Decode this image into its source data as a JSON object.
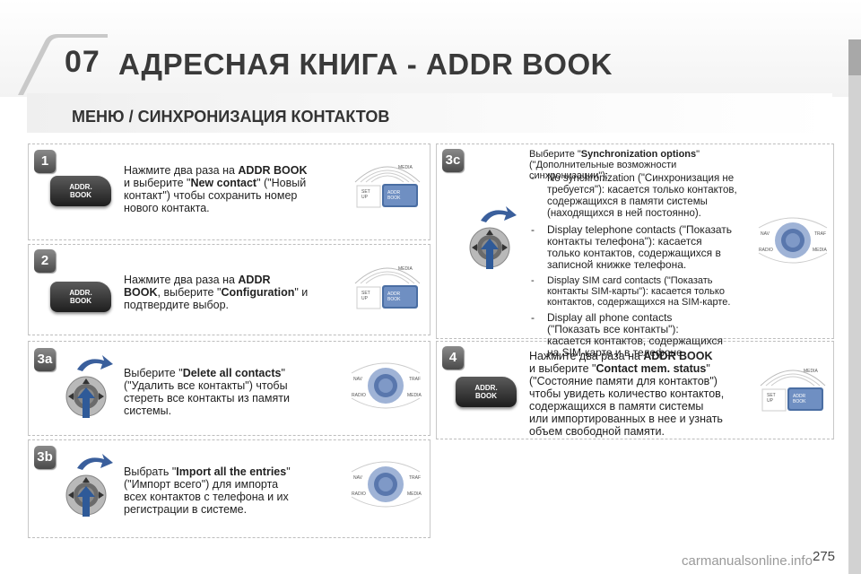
{
  "header": {
    "chapter": "07",
    "title": "АДРЕСНАЯ КНИГА - ADDR BOOK"
  },
  "section": {
    "title": "МЕНЮ / СИНХРОНИЗАЦИЯ КОНТАКТОВ"
  },
  "buttons": {
    "addr_book_line1": "ADDR.",
    "addr_book_line2": "BOOK"
  },
  "console": {
    "media": "MEDIA",
    "setup_line1": "SET",
    "setup_line2": "UP",
    "addr_line1": "ADDR",
    "addr_line2": "BOOK",
    "nav": "NAV",
    "traf": "TRAF",
    "radio": "RADIO"
  },
  "steps": {
    "s1": {
      "num": "1",
      "l1a": "Нажмите два раза на ",
      "l1b": "ADDR BOOK",
      "l2a": "и выберите \"",
      "l2b": "New contact",
      "l2c": "\" (\"Новый",
      "l3": "контакт\") чтобы сохранить номер",
      "l4": "нового контакта."
    },
    "s2": {
      "num": "2",
      "l1a": "Нажмите два раза на ",
      "l1b": "ADDR",
      "l2a": "BOOK",
      "l2b": ", выберите \"",
      "l2c": "Configuration",
      "l2d": "\" и",
      "l3": "подтвердите выбор."
    },
    "s3a": {
      "num": "3a",
      "l1a": "Выберите \"",
      "l1b": "Delete all contacts",
      "l1c": "\"",
      "l2": "(\"Удалить все контакты\") чтобы",
      "l3": "стереть все контакты из памяти",
      "l4": "системы."
    },
    "s3b": {
      "num": "3b",
      "l1a": "Выбрать \"",
      "l1b": "Import all the entries",
      "l1c": "\"",
      "l2": "(\"Импорт всего\") для импорта",
      "l3": "всех контактов с телефона и их",
      "l4": "регистрации в системе."
    },
    "s3c": {
      "num": "3c",
      "l1a": "Выберите \"",
      "l1b": "Synchronization options",
      "l1c": "\"",
      "l2": "(\"Дополнительные возможности синхронизации\"):",
      "b1": [
        "No synchronization (\"Синхронизация не",
        "требуется\"): касается только контактов,",
        "содержащихся в памяти системы",
        "(находящихся в ней постоянно)."
      ],
      "b2": [
        "Display telephone contacts (\"Показать",
        "контакты телефона\"): касается",
        "только контактов, содержащихся в",
        "записной книжке телефона."
      ],
      "b3": [
        "Display SIM card contacts (\"Показать",
        "контакты SIM-карты\"): касается только",
        "контактов, содержащихся на SIM-карте."
      ],
      "b4": [
        "Display all phone contacts",
        "(\"Показать все контакты\"):",
        "касается контактов, содержащихся",
        "на SIM-карте и в телефоне."
      ]
    },
    "s4": {
      "num": "4",
      "l1a": "Нажмите два раза на ",
      "l1b": "ADDR BOOK",
      "l2a": "и выберите \"",
      "l2b": "Contact mem. status",
      "l2c": "\"",
      "l3": "(\"Состояние памяти для контактов\")",
      "l4": "чтобы увидеть количество контактов,",
      "l5": "содержащихся в памяти системы",
      "l6": "или импортированных в нее и узнать",
      "l7": "объем свободной памяти."
    }
  },
  "footer": {
    "page": "275",
    "watermark": "carmanualsonline.info"
  }
}
